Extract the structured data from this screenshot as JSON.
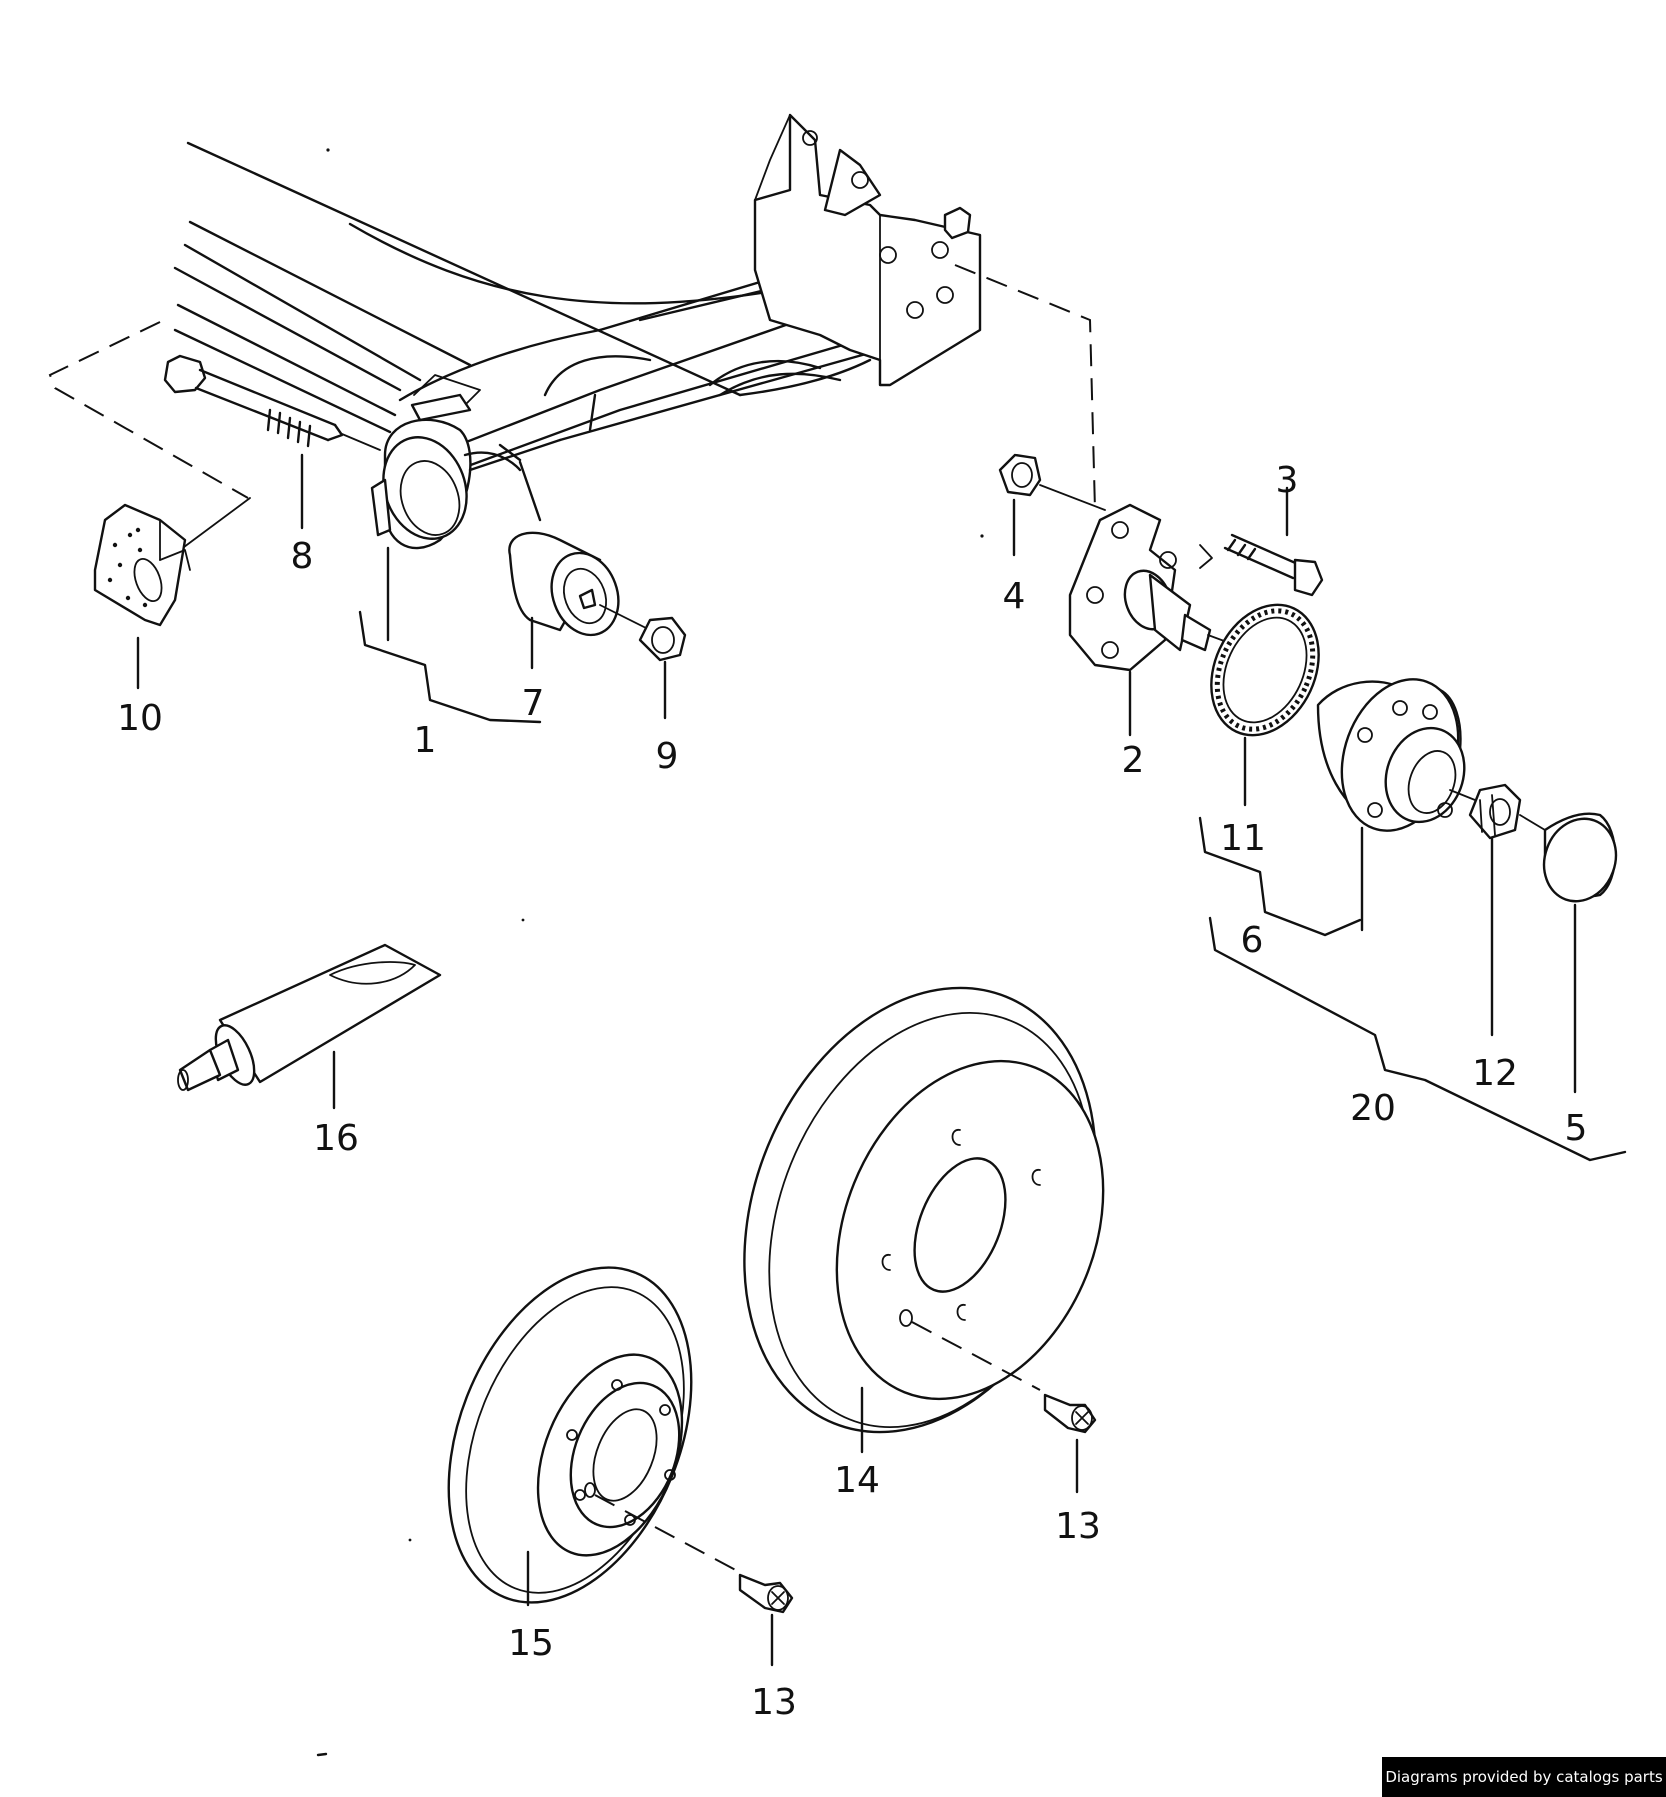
{
  "callouts": {
    "c1": "1",
    "c2": "2",
    "c3": "3",
    "c4": "4",
    "c5": "5",
    "c6": "6",
    "c7": "7",
    "c8": "8",
    "c9": "9",
    "c10": "10",
    "c11": "11",
    "c12": "12",
    "c13a": "13",
    "c13b": "13",
    "c14": "14",
    "c15": "15",
    "c16": "16",
    "c20": "20"
  },
  "credit": "Diagrams provided by catalogs parts",
  "colors": {
    "line": "#111111",
    "background": "#ffffff",
    "credit_bg": "#000000",
    "credit_text": "#ffffff"
  }
}
